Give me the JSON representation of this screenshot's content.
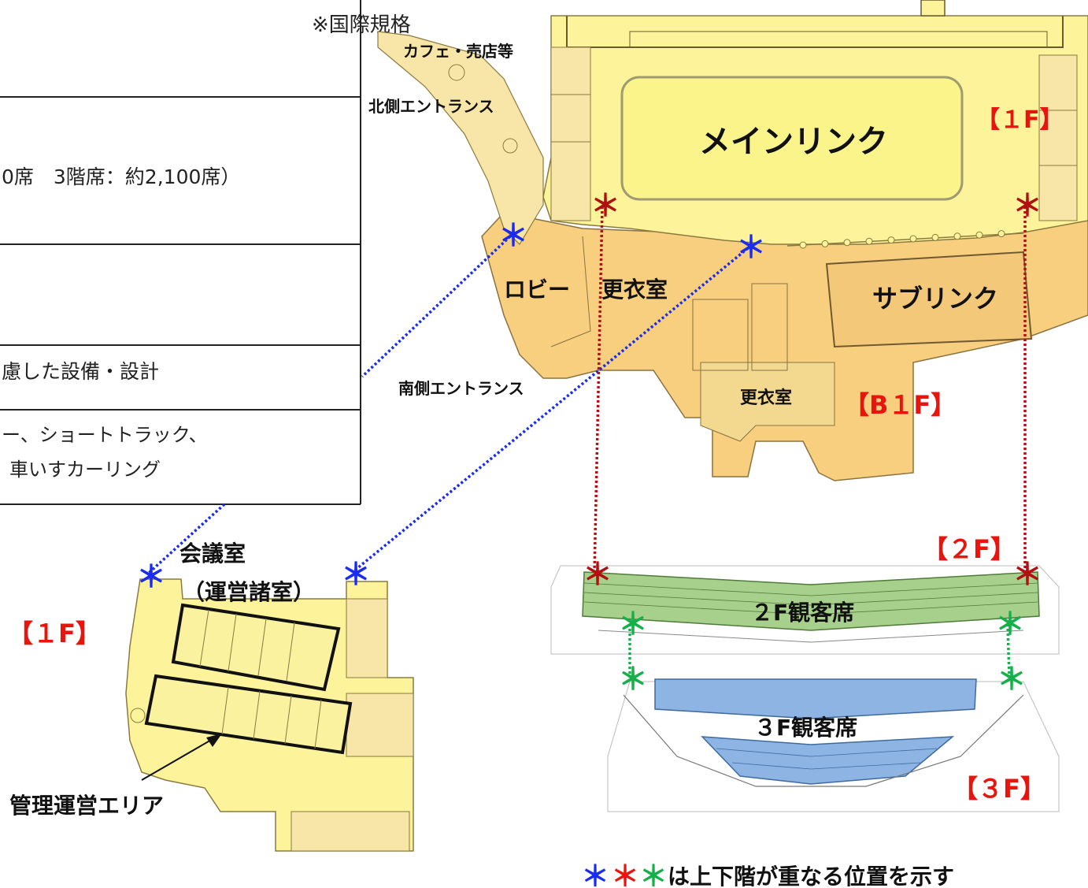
{
  "table": {
    "row1_note": "※国際規格",
    "row2_text": "0席　3階席：約2,100席）",
    "row4_text": "慮した設備・設計",
    "row5_line1": "ー、ショートトラック、",
    "row5_line2": "車いすカーリング"
  },
  "main_plan": {
    "cafe": "カフェ・売店等",
    "north_entrance": "北側エントランス",
    "main_rink": "メインリンク",
    "floor_1f": "【１F】",
    "lobby": "ロビー",
    "locker_room": "更衣室",
    "sub_rink": "サブリンク",
    "south_entrance": "南側エントランス",
    "locker_room_b1": "更衣室",
    "floor_b1f": "【B１F】"
  },
  "left_plan": {
    "meeting_room": "会議室",
    "operations_rooms": "（運営諸室）",
    "floor_1f": "【１F】",
    "admin_area": "管理運営エリア"
  },
  "seating": {
    "floor_2f": "【２F】",
    "seats_2f": "２F観客席",
    "seats_3f": "３F観客席",
    "floor_3f": "【３F】"
  },
  "marker": "＊",
  "legend": {
    "asterisk_blue": "＊",
    "asterisk_red": "＊",
    "asterisk_green": "＊",
    "text": "は上下階が重なる位置を示す"
  },
  "colors": {
    "plan_yellow": "#fdf39a",
    "plan_orange": "#f7cf7e",
    "plan_tan": "#f8e6a8",
    "seat_green": "#a8d08d",
    "seat_blue": "#8eb4e3",
    "blue_marker": "#1a2cf0",
    "red_marker": "#b01010",
    "green_marker": "#16b04a",
    "floor_label_red": "#e8150f"
  }
}
